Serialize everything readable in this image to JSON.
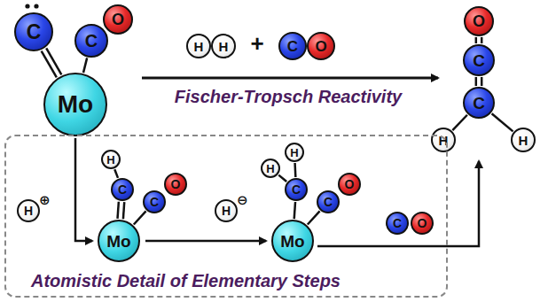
{
  "diagram": {
    "nodes": [
      {
        "text": [
          "C"
        ]
      },
      {
        "text": [
          "C"
        ]
      },
      {
        "text": [
          "O"
        ]
      },
      {
        "text": [
          "Mo"
        ]
      },
      {
        "text": [
          "H"
        ]
      },
      {
        "text": [
          "H"
        ]
      },
      {
        "text": [
          "C"
        ]
      },
      {
        "text": [
          "O"
        ]
      },
      {
        "text": [
          "O"
        ]
      },
      {
        "text": [
          "C"
        ]
      },
      {
        "text": [
          "C"
        ]
      },
      {
        "text": [
          "H"
        ]
      },
      {
        "text": [
          "H"
        ]
      },
      {
        "text": [
          "Atomistic Detail of Elementary Steps"
        ]
      },
      {
        "text": [
          "H",
          "⊕"
        ],
        "in": 13
      },
      {
        "text": [
          "H"
        ],
        "in": 13
      },
      {
        "text": [
          "C"
        ],
        "in": 13
      },
      {
        "text": [
          "C"
        ],
        "in": 13
      },
      {
        "text": [
          "O"
        ],
        "in": 13
      },
      {
        "text": [
          "Mo"
        ],
        "in": 13
      },
      {
        "text": [
          "H",
          "⊖"
        ],
        "in": 13
      },
      {
        "text": [
          "H"
        ],
        "in": 13
      },
      {
        "text": [
          "H"
        ],
        "in": 13
      },
      {
        "text": [
          "C"
        ],
        "in": 13
      },
      {
        "text": [
          "C"
        ],
        "in": 13
      },
      {
        "text": [
          "O"
        ],
        "in": 13
      },
      {
        "text": [
          "Mo"
        ],
        "in": 13
      },
      {
        "text": [
          "C"
        ],
        "in": 13
      },
      {
        "text": [
          "O"
        ],
        "in": 13
      }
    ],
    "edges": [
      {
        "from": 3,
        "to": 0,
        "arrow": "none"
      },
      {
        "from": 3,
        "to": 1,
        "arrow": "none"
      },
      {
        "from": 8,
        "to": 9,
        "arrow": "none"
      },
      {
        "from": 9,
        "to": 10,
        "arrow": "none"
      },
      {
        "from": 10,
        "to": 11,
        "arrow": "none"
      },
      {
        "from": 10,
        "to": 12,
        "arrow": "none"
      },
      {
        "from": 15,
        "to": 16,
        "arrow": "none"
      },
      {
        "from": 16,
        "to": 19,
        "arrow": "none"
      },
      {
        "from": 19,
        "to": 17,
        "arrow": "none"
      },
      {
        "from": 21,
        "to": 23,
        "arrow": "none"
      },
      {
        "from": 22,
        "to": 23,
        "arrow": "none"
      },
      {
        "from": 23,
        "to": 26,
        "arrow": "none"
      },
      {
        "from": 26,
        "to": 24,
        "arrow": "none"
      }
    ],
    "labels": [
      "+",
      "Fischer-Tropsch Reactivity"
    ]
  }
}
